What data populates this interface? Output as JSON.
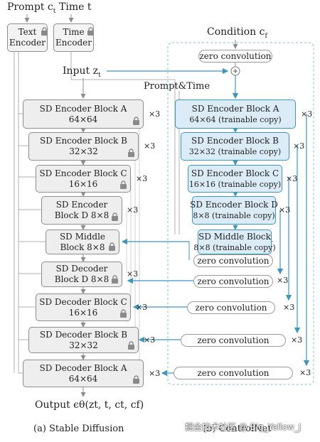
{
  "top": {
    "prompt_label": "Prompt c",
    "prompt_sub": "t",
    "time_label": "Time t",
    "condition_label": "Condition c",
    "condition_sub": "f",
    "input_label": "Input z",
    "input_sub": "t",
    "prompt_time": "Prompt&Time"
  },
  "encoders": {
    "text": [
      "Text",
      "Encoder"
    ],
    "time": [
      "Time",
      "Encoder"
    ]
  },
  "sd_blocks": [
    {
      "line1": "SD Encoder Block A",
      "line2": "64×64",
      "mult": "×3"
    },
    {
      "line1": "SD Encoder Block B",
      "line2": "32×32",
      "mult": "×3"
    },
    {
      "line1": "SD Encoder Block C",
      "line2": "16×16",
      "mult": "×3"
    },
    {
      "line1": "SD Encoder",
      "line2": "Block D 8×8",
      "mult": "×3"
    },
    {
      "line1": "SD Middle",
      "line2": "Block 8×8",
      "mult": ""
    },
    {
      "line1": "SD Decoder",
      "line2": "Block D 8×8",
      "mult": "×3"
    },
    {
      "line1": "SD Decoder Block C",
      "line2": "16×16",
      "mult": "×3"
    },
    {
      "line1": "SD Decoder Block B",
      "line2": "32×32",
      "mult": "×3"
    },
    {
      "line1": "SD Decoder Block A",
      "line2": "64×64",
      "mult": "×3"
    }
  ],
  "cn_blocks": [
    {
      "line1": "SD Encoder Block A",
      "line2": "64×64 (trainable copy)",
      "mult": "×3"
    },
    {
      "line1": "SD Encoder Block B",
      "line2": "32×32 (trainable copy)",
      "mult": "×3"
    },
    {
      "line1": "SD Encoder Block C",
      "line2": "16×16 (trainable copy)",
      "mult": "×3"
    },
    {
      "line1": "SD Encoder Block D",
      "line2": "8×8 (trainable copy)",
      "mult": "×3"
    },
    {
      "line1": "SD Middle Block",
      "line2": "8×8 (trainable copy)",
      "mult": ""
    }
  ],
  "zero_conv": "zero convolution",
  "zero_mults": [
    "×3",
    "×3",
    "×3",
    "×3"
  ],
  "output_label": "Output ϵθ(zt, t, ct, cf)",
  "caption_a": "(a) Stable Diffusion",
  "caption_b": "(b) ControlNet",
  "watermark": "掘金技术社区 @ Big_Yellow_J",
  "colors": {
    "accent": "#3c97bf",
    "locked_fill": "#eeeeee",
    "trainable_fill": "#dcecf7"
  }
}
